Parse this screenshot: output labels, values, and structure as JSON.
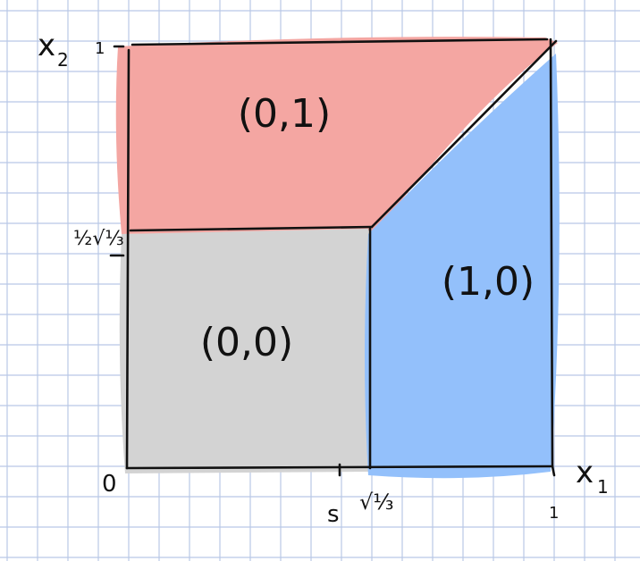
{
  "diagram": {
    "axes": {
      "x_axis_label": "x",
      "x_axis_subscript": "1",
      "y_axis_label": "x",
      "y_axis_subscript": "2",
      "origin_label": "0",
      "x_tick_labels": [
        "s",
        "√⅓",
        "1"
      ],
      "y_tick_labels": [
        "½√⅓",
        "1"
      ]
    },
    "regions": [
      {
        "label": "(0,1)",
        "color": "#f4a6a2"
      },
      {
        "label": "(0,0)",
        "color": "#d3d3d3"
      },
      {
        "label": "(1,0)",
        "color": "#93c0fb"
      }
    ],
    "grid_color": "#b9c7e6",
    "line_color": "#111111"
  }
}
